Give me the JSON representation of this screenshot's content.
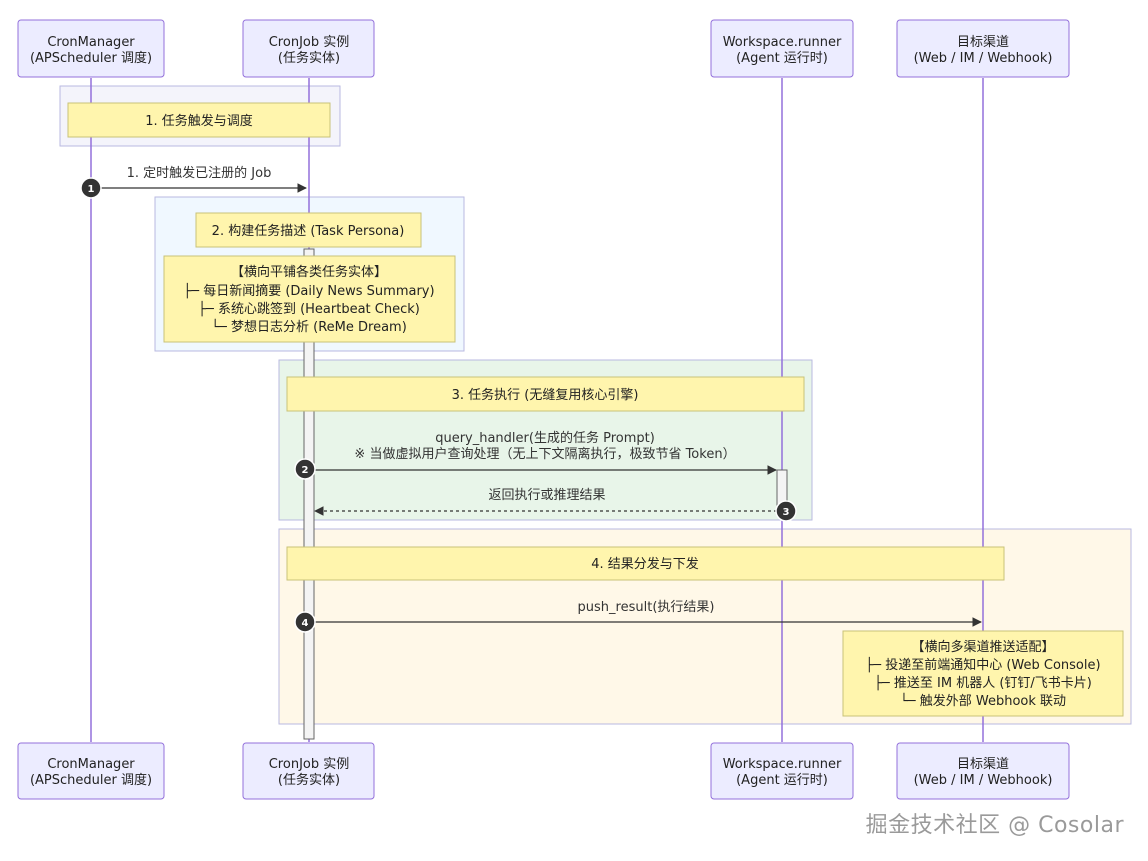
{
  "actors": [
    {
      "line1": "CronManager",
      "line2": "(APScheduler 调度)"
    },
    {
      "line1": "CronJob 实例",
      "line2": "(任务实体)"
    },
    {
      "line1": "Workspace.runner",
      "line2": "(Agent 运行时)"
    },
    {
      "line1": "目标渠道",
      "line2": "(Web / IM / Webhook)"
    }
  ],
  "phases": [
    {
      "title": "1. 任务触发与调度"
    },
    {
      "title": "2. 构建任务描述 (Task Persona)"
    },
    {
      "title": "3. 任务执行 (无缝复用核心引擎)"
    },
    {
      "title": "4. 结果分发与下发"
    }
  ],
  "notes": {
    "persona": [
      "【横向平铺各类任务实体】",
      "├─ 每日新闻摘要 (Daily News Summary)",
      "├─ 系统心跳签到 (Heartbeat Check)",
      "└─ 梦想日志分析 (ReMe Dream)"
    ],
    "channels": [
      "【横向多渠道推送适配】",
      "├─ 投递至前端通知中心 (Web Console)",
      "├─ 推送至 IM 机器人 (钉钉/飞书卡片)",
      "└─ 触发外部 Webhook 联动"
    ]
  },
  "messages": [
    {
      "badge": "1",
      "text": "1. 定时触发已注册的 Job"
    },
    {
      "badge": "2",
      "text": "query_handler(生成的任务 Prompt)",
      "text2": "※ 当做虚拟用户查询处理（无上下文隔离执行，极致节省 Token）"
    },
    {
      "badge": "3",
      "text": "返回执行或推理结果"
    },
    {
      "badge": "4",
      "text": "push_result(执行结果)"
    }
  ],
  "colors": {
    "phase1": "#F4F4FB",
    "phase2": "#F0F8FF",
    "phase3": "#E8F5E9",
    "phase4": "#FFF8E8",
    "actor_fill": "#ECECFF",
    "actor_stroke": "#9370DB",
    "note_fill": "#FFF5AD"
  },
  "watermark": "掘金技术社区 @ Cosolar"
}
